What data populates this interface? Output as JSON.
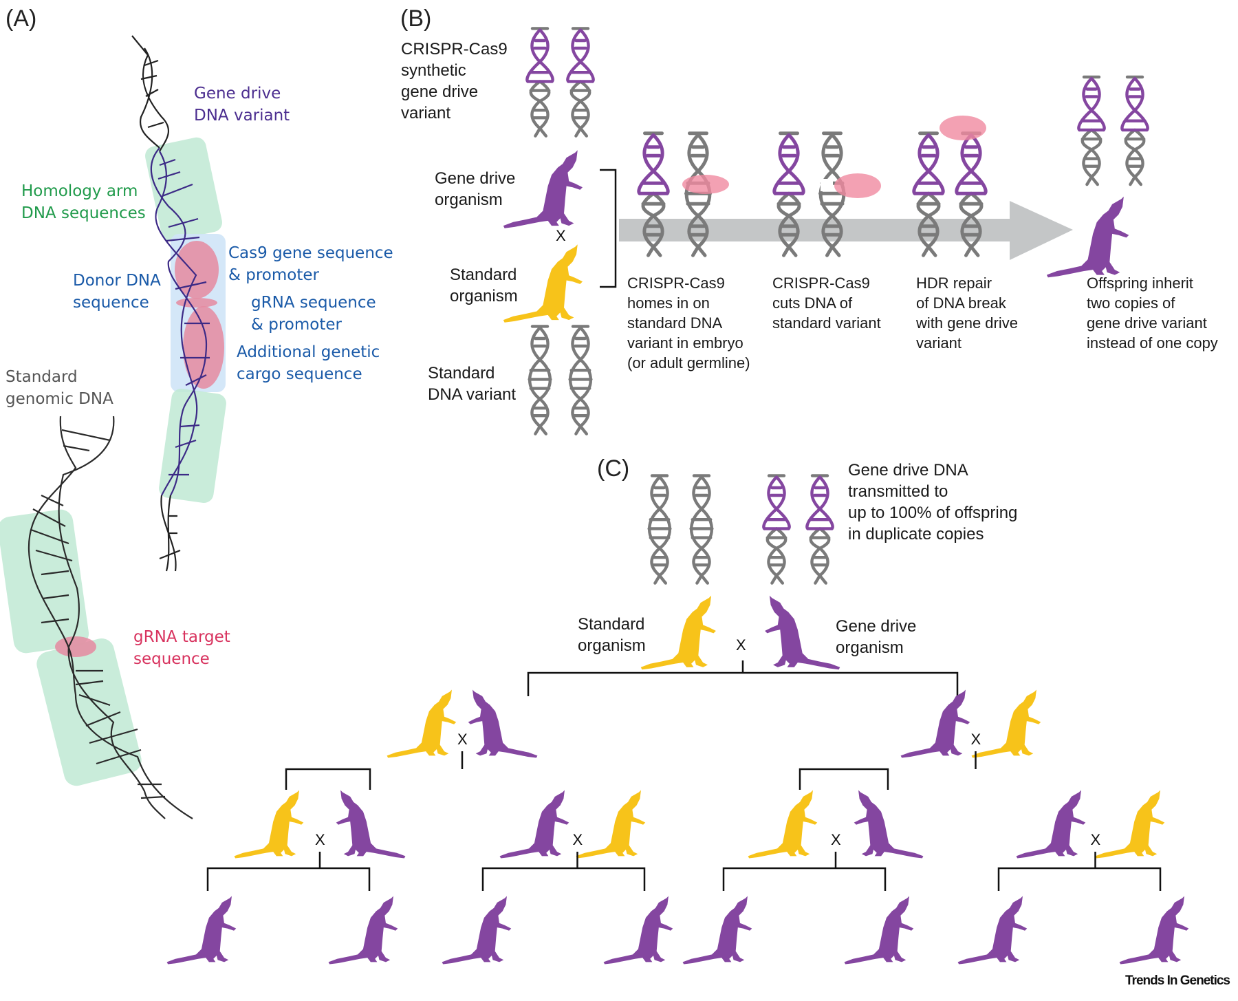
{
  "colors": {
    "gene_drive_purple": "#8446a0",
    "standard_yellow": "#f7c31a",
    "dna_gray": "#7a7a7a",
    "arrow_gray": "#c4c6c7",
    "cut_pink": "#f08aa0",
    "homology_green": "#bfe9d3",
    "donor_blue": "#cfe4f7"
  },
  "panel_a": {
    "letter": "(A)",
    "gene_drive_label": "Gene drive\nDNA variant",
    "homology_label": "Homology arm\nDNA sequences",
    "donor_label": "Donor DNA\nsequence",
    "cas9_label": "Cas9 gene sequence\n& promoter",
    "grna_label": "gRNA sequence\n& promoter",
    "cargo_label": "Additional genetic\ncargo sequence",
    "standard_label": "Standard\ngenomic DNA",
    "target_label": "gRNA target\nsequence"
  },
  "panel_b": {
    "letter": "(B)",
    "synthetic_label": "CRISPR-Cas9\nsynthetic\ngene drive\nvariant",
    "gene_drive_organism": "Gene drive\norganism",
    "cross": "X",
    "standard_organism": "Standard\norganism",
    "standard_dna": "Standard\nDNA variant",
    "steps": [
      "CRISPR-Cas9\nhomes in on\nstandard DNA\nvariant in embryo\n(or adult germline)",
      "CRISPR-Cas9\ncuts DNA of\nstandard variant",
      "HDR repair\nof DNA break\nwith gene drive\nvariant",
      "Offspring inherit\ntwo copies of\ngene drive variant\ninstead of one copy"
    ]
  },
  "panel_c": {
    "letter": "(C)",
    "transmitted_label": "Gene drive DNA\ntransmitted to\nup to 100% of offspring\nin duplicate copies",
    "standard_organism": "Standard\norganism",
    "gene_drive_organism": "Gene drive\norganism",
    "cross": "X",
    "generations": [
      {
        "name": "parents",
        "organisms": [
          "standard",
          "gene-drive"
        ]
      },
      {
        "name": "generation-2",
        "organisms": [
          "standard",
          "gene-drive",
          "gene-drive",
          "standard"
        ]
      },
      {
        "name": "generation-3",
        "organisms": [
          "standard",
          "gene-drive",
          "gene-drive",
          "standard",
          "standard",
          "gene-drive",
          "gene-drive",
          "standard"
        ]
      },
      {
        "name": "generation-4",
        "organisms": [
          "gene-drive",
          "gene-drive",
          "gene-drive",
          "gene-drive",
          "gene-drive",
          "gene-drive",
          "gene-drive",
          "gene-drive"
        ]
      }
    ]
  },
  "credit": "Trends In Genetics"
}
